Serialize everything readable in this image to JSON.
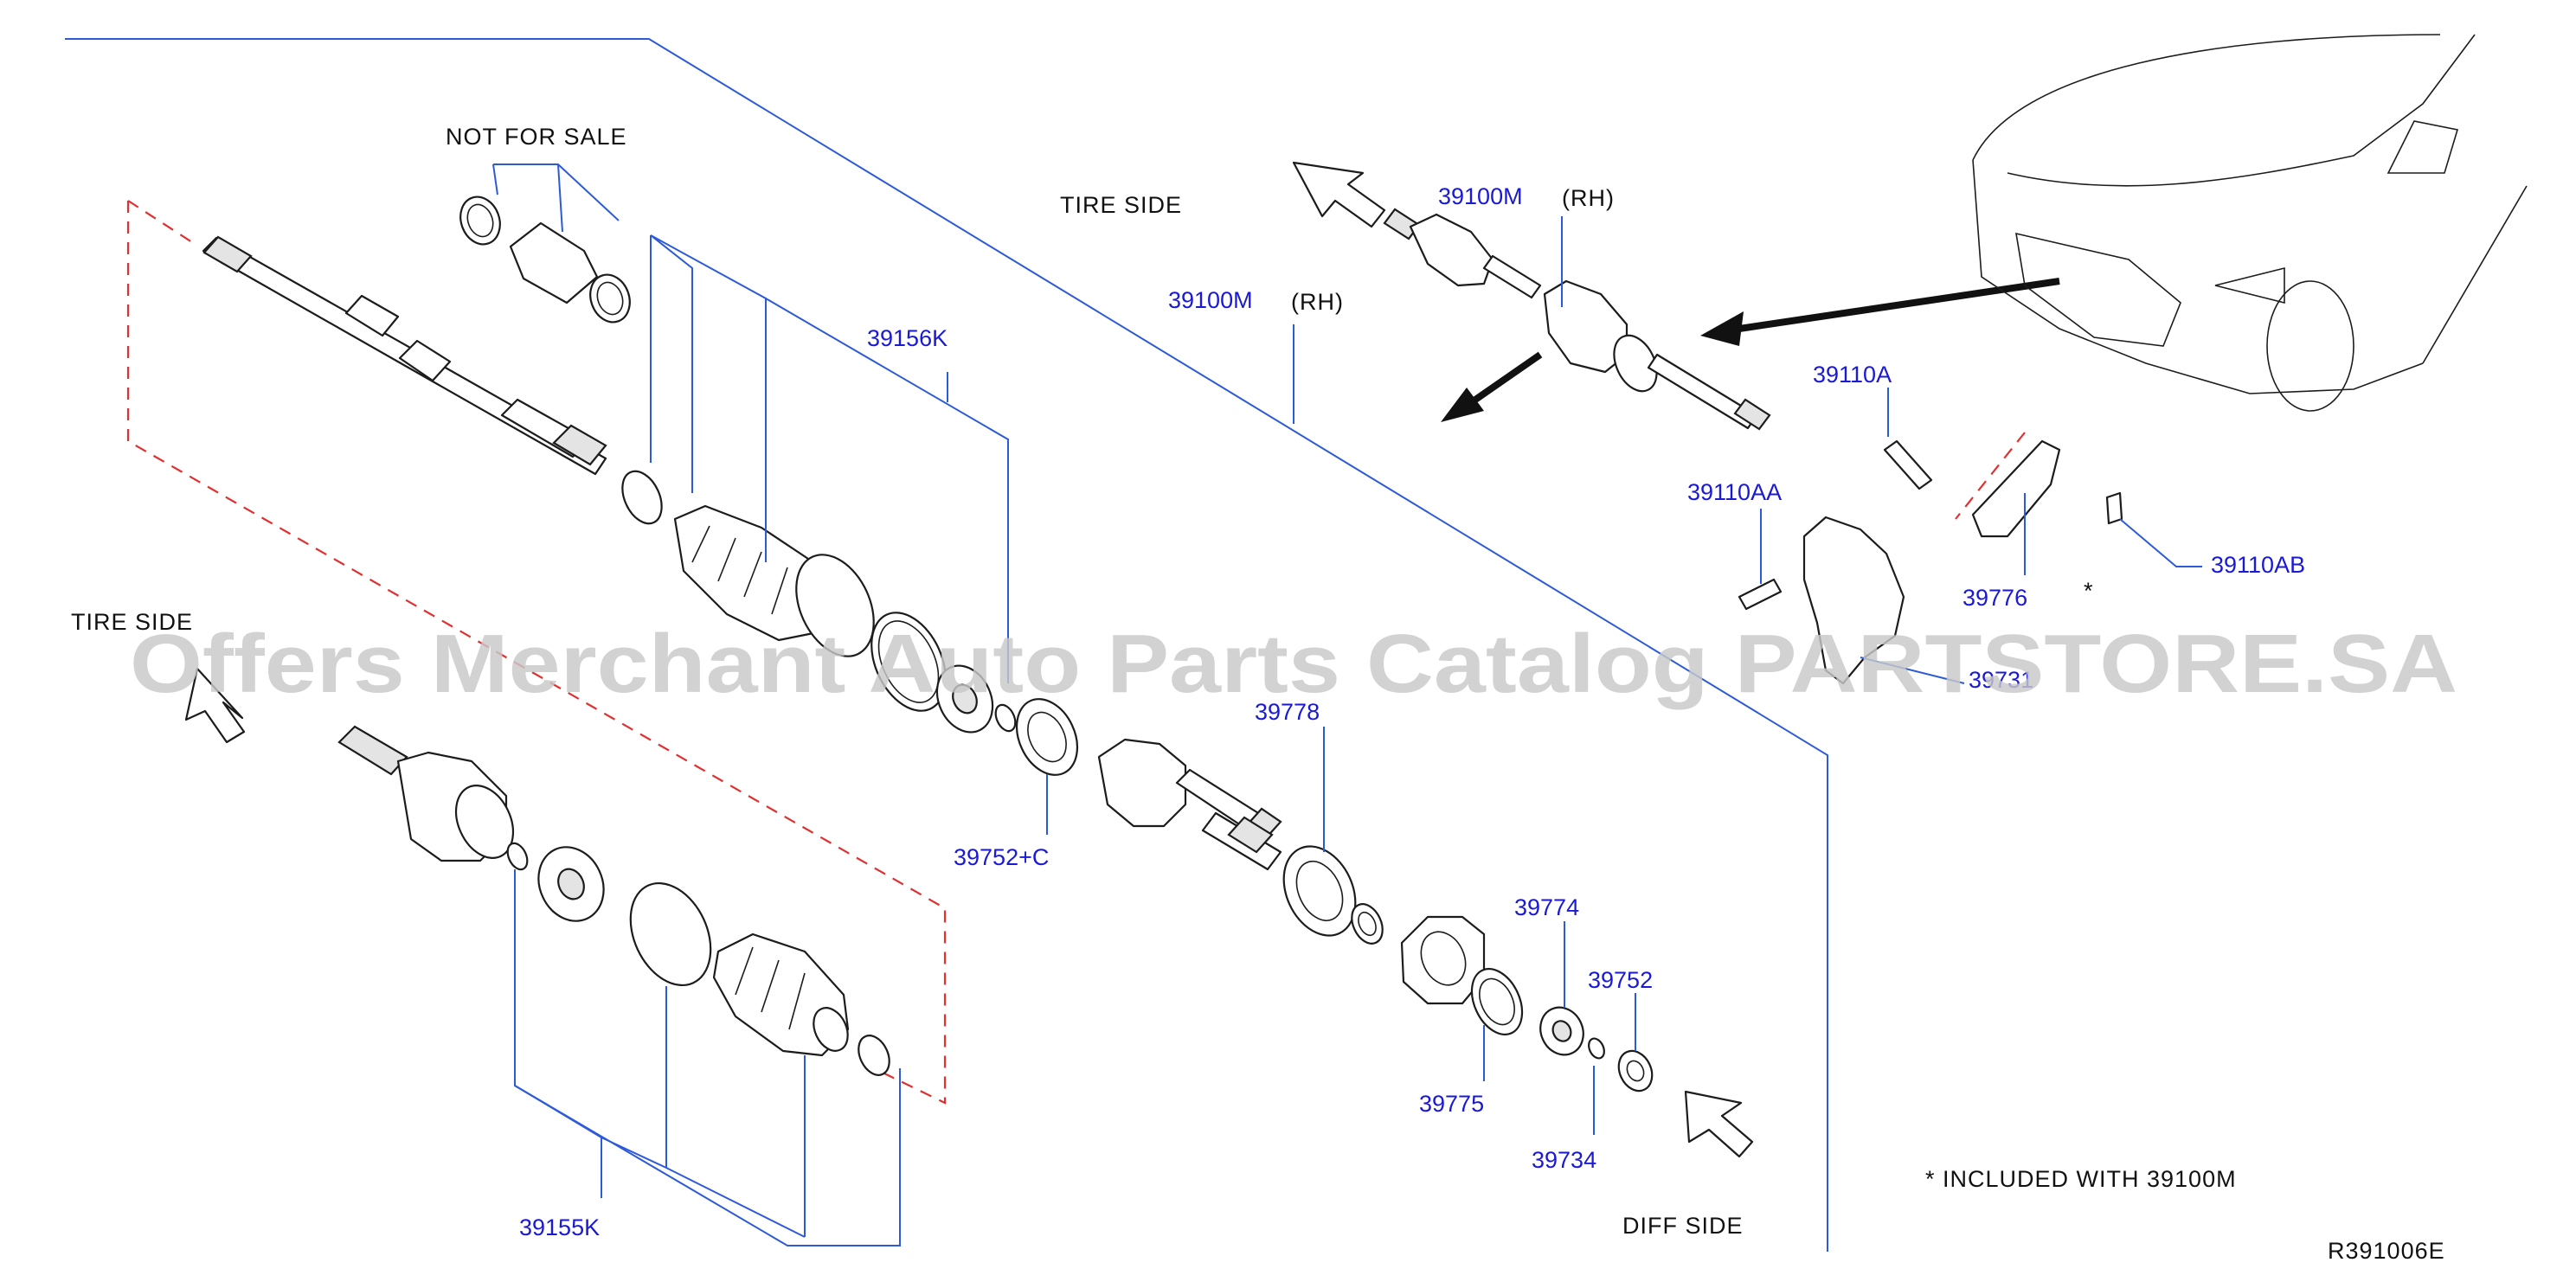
{
  "labels": {
    "not_for_sale": "NOT   FOR   SALE",
    "tire_side_top": "TIRE   SIDE",
    "tire_side_left": "TIRE   SIDE",
    "diff_side": "DIFF   SIDE",
    "included_note": "*   INCLUDED   WITH   39100M",
    "asterisk": "*",
    "diagram_code": "R391006E",
    "rh_1": "(RH)",
    "rh_2": "(RH)"
  },
  "part_numbers": {
    "p39156K": "39156K",
    "p39100M_a": "39100M",
    "p39100M_b": "39100M",
    "p39110A": "39110A",
    "p39110AA": "39110AA",
    "p39776": "39776",
    "p39110AB": "39110AB",
    "p39731": "39731",
    "p39778": "39778",
    "p39752C": "39752+C",
    "p39774": "39774",
    "p39752": "39752",
    "p39775": "39775",
    "p39734": "39734",
    "p39155K": "39155K"
  },
  "watermark": "Offers Merchant Auto Parts Catalog PARTSTORE.SA"
}
